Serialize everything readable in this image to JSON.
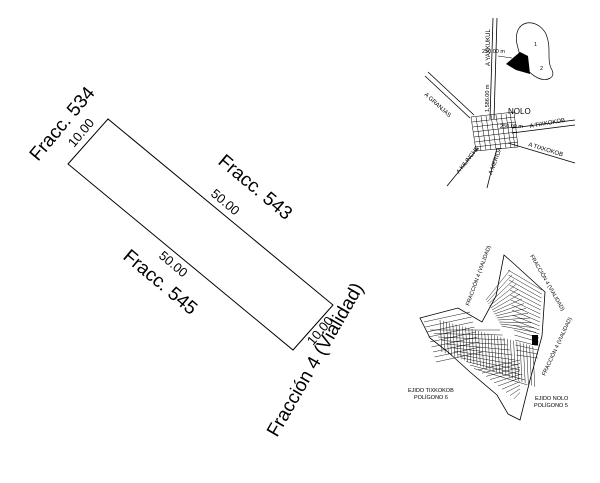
{
  "parcel": {
    "labels": {
      "fracc_534": "Fracc. 534",
      "fracc_543": "Fracc. 543",
      "fracc_545": "Fracc. 545",
      "fraccion_4": "Fracción 4 (Vialidad)"
    },
    "dimensions": {
      "top_width": "10.00",
      "long_side_upper": "50.00",
      "long_side_lower": "50.00",
      "bottom_width": "10.00"
    }
  },
  "location_map": {
    "town": "NOLO",
    "roads": {
      "yaxkukul": "A YAXKUKUL",
      "granjas": "A GRANJAS",
      "tixkokob_upper": "A TIXKOKOB",
      "tixkokob_lower": "A TIXKOKOB",
      "kilinche": "A KILINCHE",
      "merida": "A MERIDA"
    },
    "distances": {
      "d250": "250.00 m",
      "d1586": "1,586.00 m",
      "d250b": "250.00 m"
    },
    "markers": [
      "1",
      "2"
    ]
  },
  "subdivision_map": {
    "fraccion_a": "FRACCIÓN 4 (VIALIDAD)",
    "fraccion_b": "FRACCIÓN 4 (VIALIDAD)",
    "fraccion_c": "FRACCIÓN 4 (VIALIDAD)",
    "ejido_tixkokob": [
      "EJIDO TIXKOKOB",
      "POLÍGONO 6"
    ],
    "ejido_nolo": [
      "EJIDO NOLO",
      "POLÍGONO 5"
    ]
  }
}
